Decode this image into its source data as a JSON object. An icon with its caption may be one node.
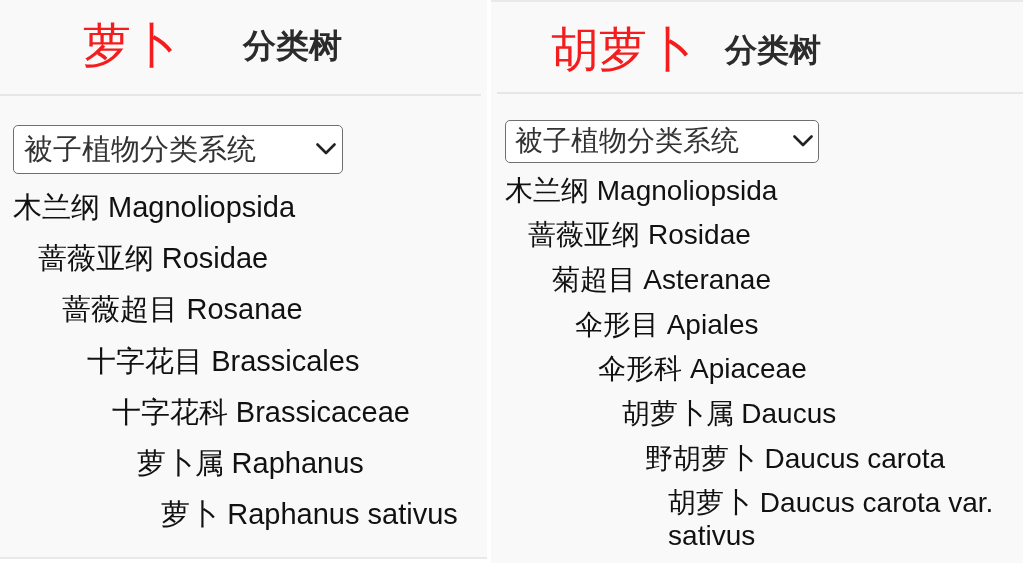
{
  "diagram": {
    "nodes": [
      {
        "text": [
          "萝卜",
          "分类树",
          "木兰纲 Magnoliopsida",
          "蔷薇亚纲 Rosidae",
          "蔷薇超目 Rosanae",
          "十字花目 Brassicales",
          "十字花科 Brassicaceae",
          "萝卜属 Raphanus",
          "萝卜 Raphanus sativus"
        ]
      },
      {
        "text": [
          "被子植物分类系统"
        ],
        "in": 0
      },
      {
        "text": [
          "胡萝卜",
          "分类树",
          "木兰纲 Magnoliopsida",
          "蔷薇亚纲 Rosidae",
          "菊超目 Asteranae",
          "伞形目 Apiales",
          "伞形科 Apiaceae",
          "胡萝卜属 Daucus",
          "野胡萝卜 Daucus carota",
          "胡萝卜 Daucus carota var. sativus"
        ]
      },
      {
        "text": [
          "被子植物分类系统"
        ],
        "in": 2
      }
    ]
  }
}
